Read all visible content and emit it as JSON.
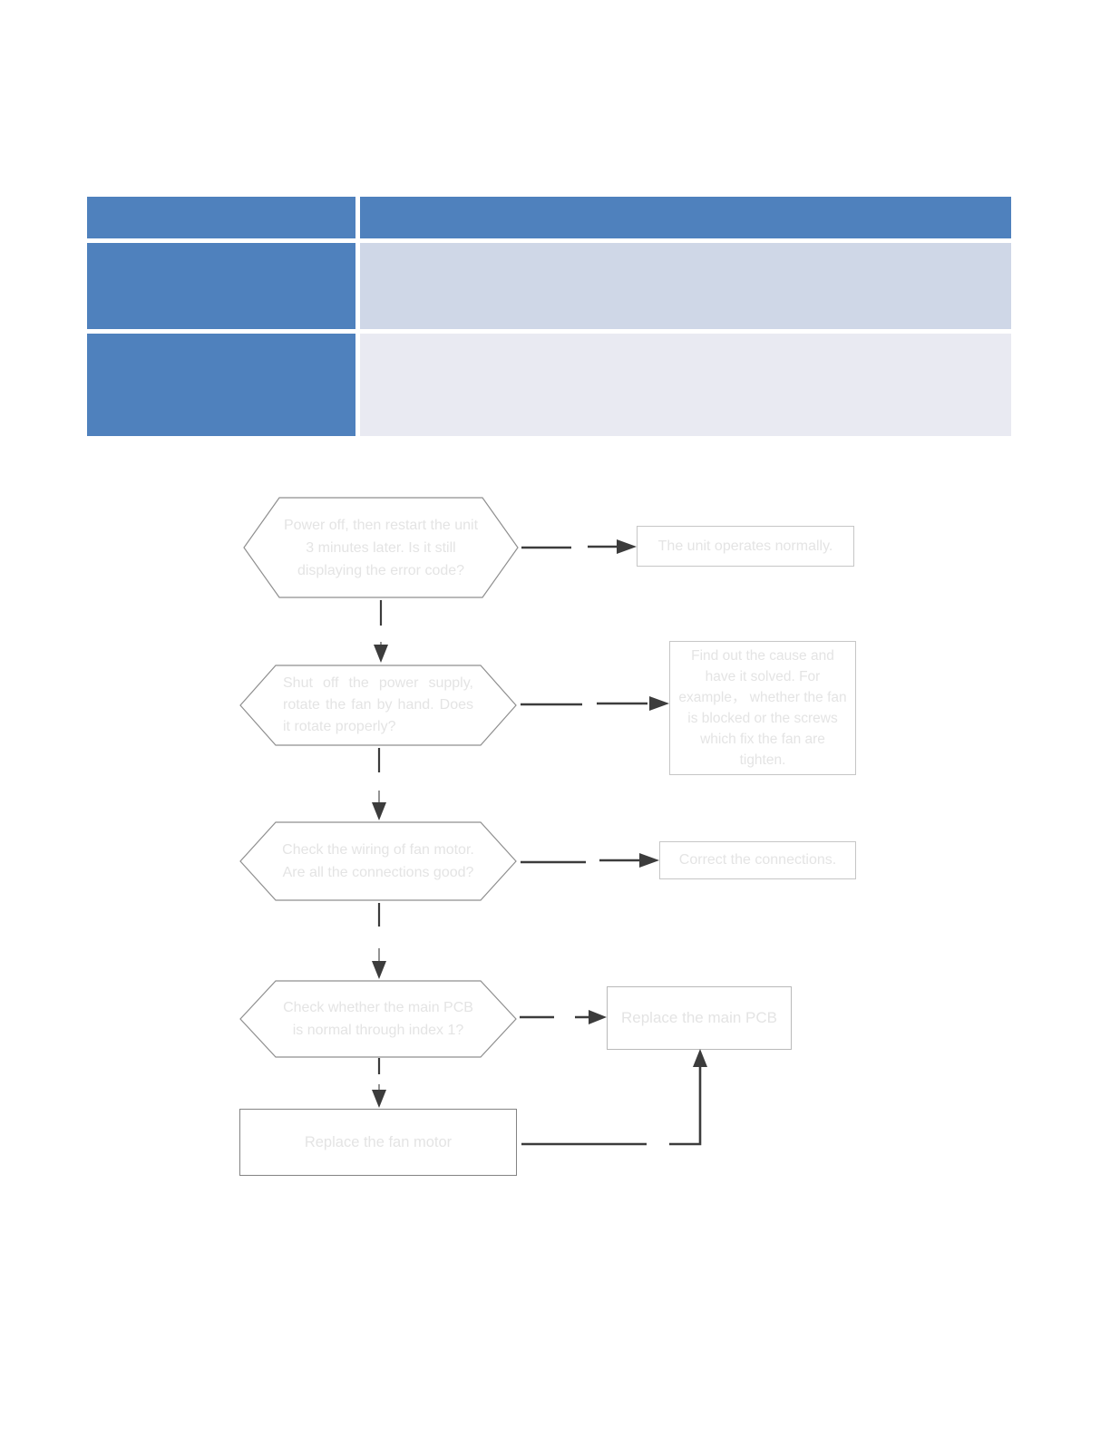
{
  "table": {
    "header": {
      "col1": "",
      "col2": ""
    },
    "rows": [
      {
        "label": "",
        "value": ""
      },
      {
        "label": "",
        "value": ""
      }
    ],
    "colors": {
      "header_bg": "#4f81bd",
      "key_column_bg": "#4f81bd",
      "row1_value_bg": "#cfd7e7",
      "row2_value_bg": "#e9eaf2"
    }
  },
  "flowchart": {
    "hexagons": [
      {
        "text": "Power off, then restart the unit 3 minutes later. Is it still displaying the error code?"
      },
      {
        "text": "Shut off the power supply, rotate the fan by hand. Does it rotate properly?"
      },
      {
        "text": "Check the wiring of fan motor. Are all the connections good?"
      },
      {
        "text": "Check whether the main PCB is normal through index 1?"
      }
    ],
    "boxes": [
      {
        "text": "The unit operates normally."
      },
      {
        "text": "Find out the cause and have it solved. For example， whether the fan is blocked or the screws which fix the fan are tighten."
      },
      {
        "text": "Correct the connections."
      },
      {
        "text": "Replace the main PCB"
      },
      {
        "text": "Replace the fan motor"
      }
    ],
    "colors": {
      "shape_border": "#8f8f8f",
      "box_border": "#c6c6c6",
      "dark_box_border": "#838383",
      "shape_text": "#e4e4e4",
      "arrow": "#3c3c3c"
    }
  }
}
